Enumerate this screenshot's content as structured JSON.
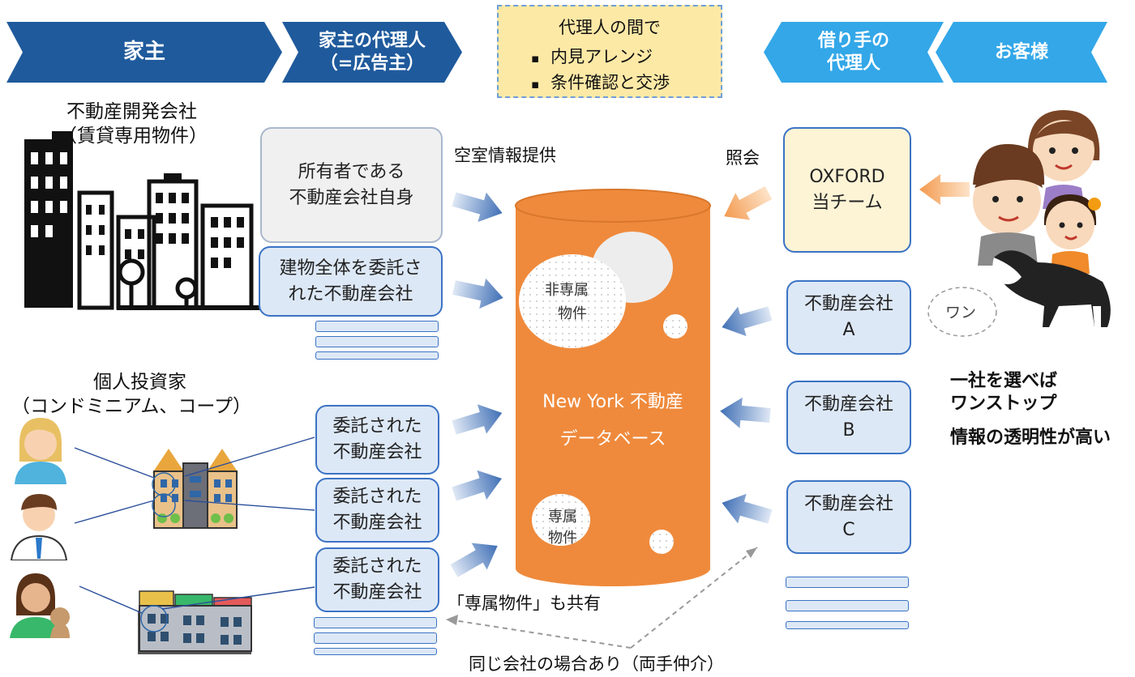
{
  "headers": {
    "landlord": "家主",
    "landlord_agent": [
      "家主の代理人",
      "（=広告主）"
    ],
    "tenant_agent": [
      "借り手の",
      "代理人"
    ],
    "customer": "お客様"
  },
  "agent_note": {
    "title": "代理人の間で",
    "items": [
      "内見アレンジ",
      "条件確認と交渉"
    ]
  },
  "developer": {
    "title": "不動産開発会社",
    "subtitle": "（賃貸専用物件）"
  },
  "investor": {
    "title": "個人投資家",
    "subtitle": "（コンドミニアム、コープ）"
  },
  "left_boxes": {
    "owner": "所有者である\n不動産会社自身",
    "whole_building": "建物全体を委託さ\nれた不動産会社",
    "entrusted": [
      "委託された\n不動産会社",
      "委託された\n不動産会社",
      "委託された\n不動産会社"
    ]
  },
  "labels": {
    "vacancy_info": "空室情報提供",
    "inquiry": "照会",
    "exclusive_shared": "「専属物件」も共有",
    "same_company": "同じ会社の場合あり（両手仲介）"
  },
  "database": {
    "title": "New York 不動産",
    "subtitle": "データベース",
    "non_exclusive": [
      "非専属",
      "物件"
    ],
    "exclusive": [
      "専属",
      "物件"
    ]
  },
  "right_boxes": {
    "oxford": "OXFORD\n当チーム",
    "companies": [
      "不動産会社\nA",
      "不動産会社\nB",
      "不動産会社\nC"
    ]
  },
  "dog_bark": "ワン",
  "benefits": {
    "one_stop": [
      "一社を選べば",
      "ワンストップ"
    ],
    "transparency": "情報の透明性が高い"
  },
  "colors": {
    "banner_dark": "#1f5a9c",
    "banner_light": "#33a7e8",
    "cylinder": "#ef8a3c",
    "box_border": "#3b73c4",
    "arrow_blue": "#3f6fb5",
    "arrow_orange": "#f4a25a"
  }
}
